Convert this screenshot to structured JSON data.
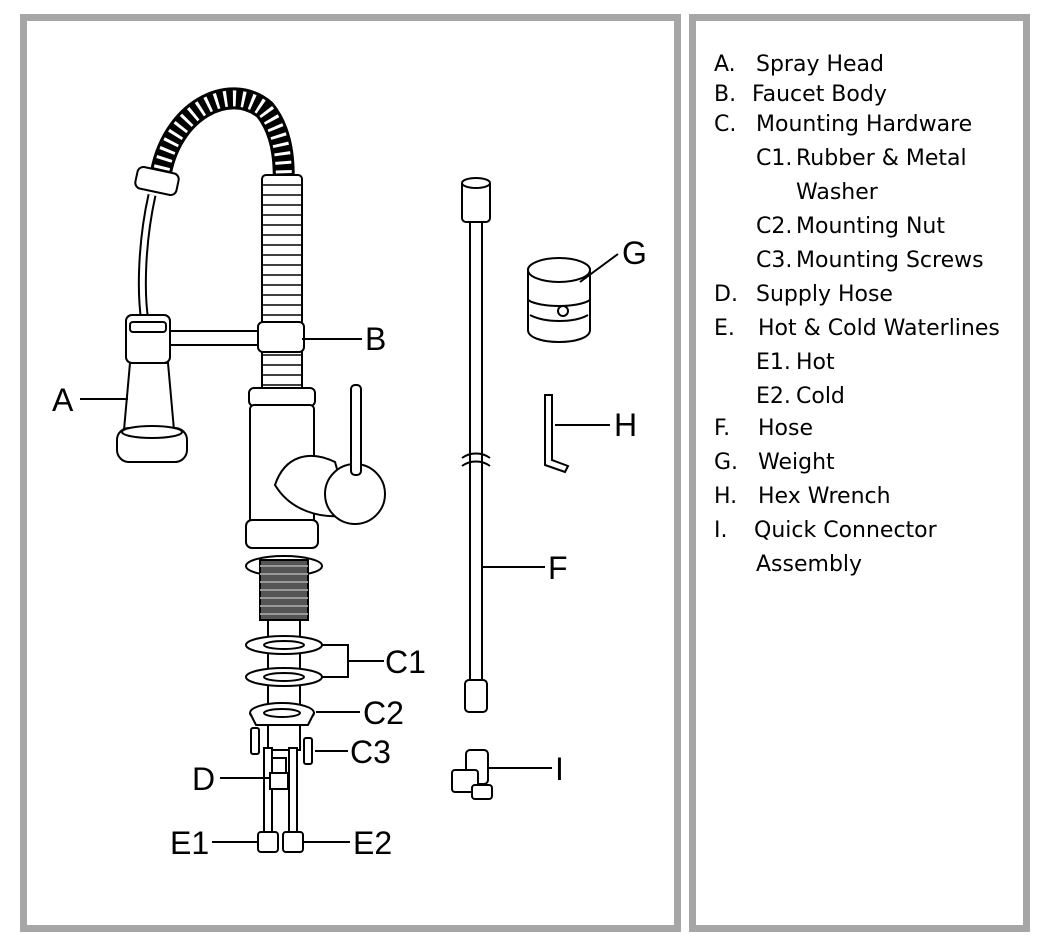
{
  "callouts": {
    "A": "A",
    "B": "B",
    "C1": "C1",
    "C2": "C2",
    "C3": "C3",
    "D": "D",
    "E1": "E1",
    "E2": "E2",
    "F": "F",
    "G": "G",
    "H": "H",
    "I": "I"
  },
  "legend": [
    {
      "key": "A.",
      "label": "Spray Head"
    },
    {
      "key": "B.",
      "label": "Faucet Body"
    },
    {
      "key": "C.",
      "label": "Mounting Hardware"
    },
    {
      "key": "C1.",
      "label": "Rubber & Metal"
    },
    {
      "key": "",
      "label": "Washer"
    },
    {
      "key": "C2.",
      "label": "Mounting Nut"
    },
    {
      "key": "C3.",
      "label": "Mounting Screws"
    },
    {
      "key": "D.",
      "label": "Supply Hose"
    },
    {
      "key": "E.",
      "label": "Hot & Cold Waterlines"
    },
    {
      "key": "E1.",
      "label": "Hot"
    },
    {
      "key": "E2.",
      "label": "Cold"
    },
    {
      "key": "F.",
      "label": "Hose"
    },
    {
      "key": "G.",
      "label": "Weight"
    },
    {
      "key": "H.",
      "label": "Hex Wrench"
    },
    {
      "key": "I.",
      "label": "Quick Connector"
    },
    {
      "key": "",
      "label": "Assembly"
    }
  ]
}
